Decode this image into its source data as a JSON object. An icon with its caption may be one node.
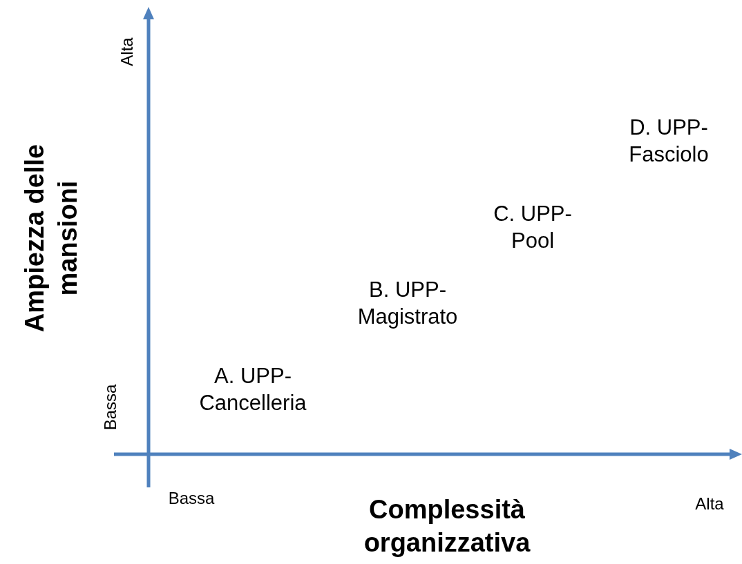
{
  "diagram": {
    "labels": [
      "Alta",
      "D. UPP- Fasciolo",
      "C. UPP- Pool",
      "B. UPP- Magistrato",
      "A. UPP- Cancelleria",
      "Ampiezza delle mansioni",
      "Bassa",
      "Bassa",
      "Complessità organizzativa",
      "Alta"
    ]
  }
}
